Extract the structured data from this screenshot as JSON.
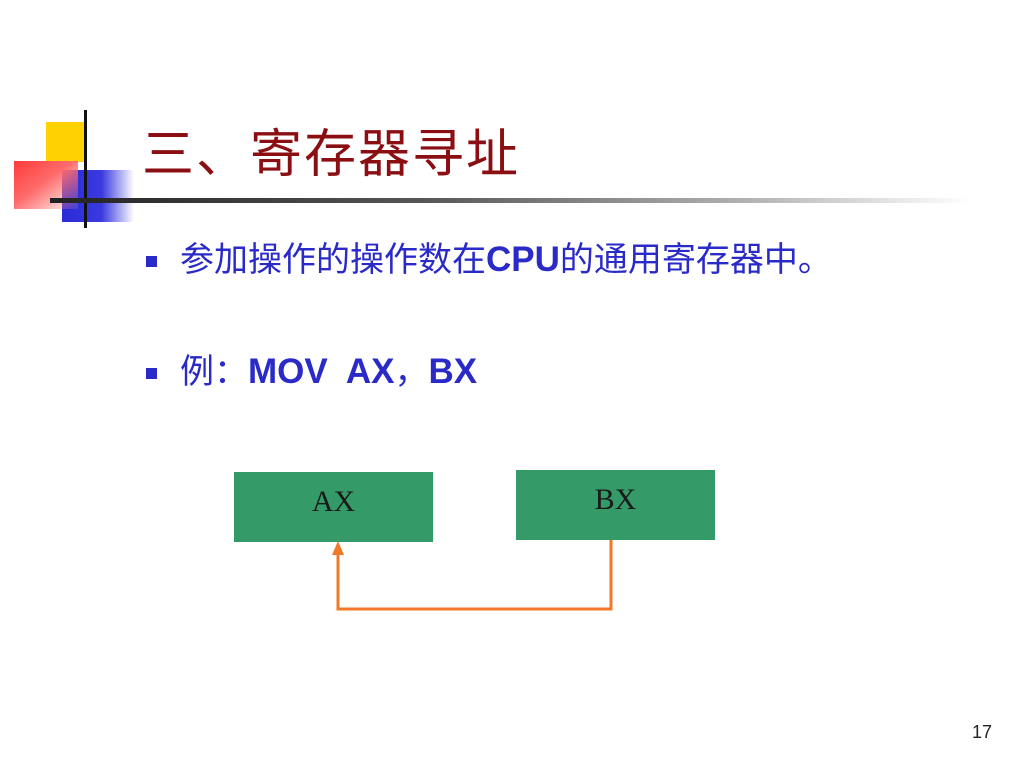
{
  "slide": {
    "title": "三、寄存器寻址",
    "bullets": [
      {
        "parts": [
          {
            "text": "参加操作的操作数在",
            "bold": false
          },
          {
            "text": "CPU",
            "bold": true
          },
          {
            "text": "的通用寄存器中。",
            "bold": false
          }
        ]
      },
      {
        "parts": [
          {
            "text": "例：",
            "bold": false
          },
          {
            "text": "MOV  AX",
            "bold": true
          },
          {
            "text": "，",
            "bold": false
          },
          {
            "text": "BX",
            "bold": true
          }
        ]
      }
    ],
    "diagram": {
      "destination_register": "AX",
      "source_register": "BX"
    },
    "page_number": "17"
  },
  "colors": {
    "title": "#8b0e12",
    "bullet_text": "#2a2ac8",
    "register_box": "#349a68",
    "arrow": "#f07828"
  }
}
